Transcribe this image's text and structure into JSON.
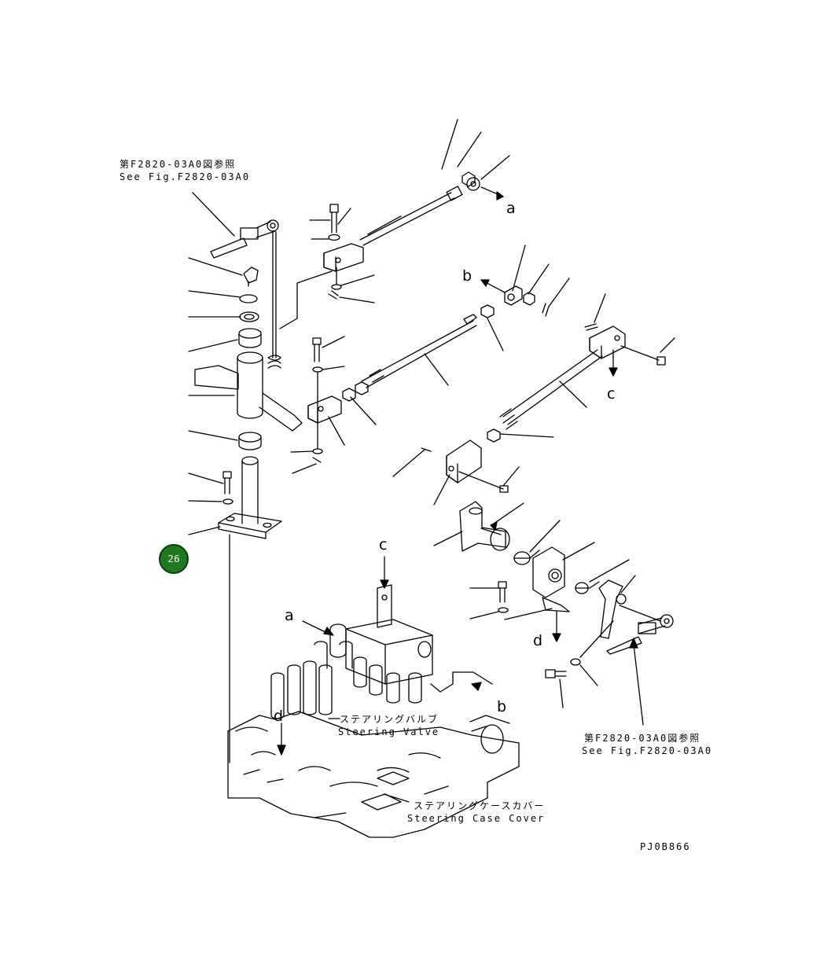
{
  "references": {
    "top_left_jp": "第F2820-03A0図参照",
    "top_left_en": "See Fig.F2820-03A0",
    "bottom_right_jp": "第F2820-03A0図参照",
    "bottom_right_en": "See Fig.F2820-03A0"
  },
  "labels": {
    "steering_valve_jp": "ステアリングバルブ",
    "steering_valve_en": "Steering Valve",
    "steering_case_cover_jp": "ステアリングケースカバー",
    "steering_case_cover_en": "Steering Case Cover"
  },
  "letters": {
    "a_top": "a",
    "b_top": "b",
    "c_top": "c",
    "c_mid": "c",
    "a_mid": "a",
    "d_right": "d",
    "b_bottom": "b",
    "d_bottom": "d"
  },
  "callout": {
    "number": "26",
    "color": "#1e7a1e"
  },
  "drawing_code": "PJ0B866"
}
